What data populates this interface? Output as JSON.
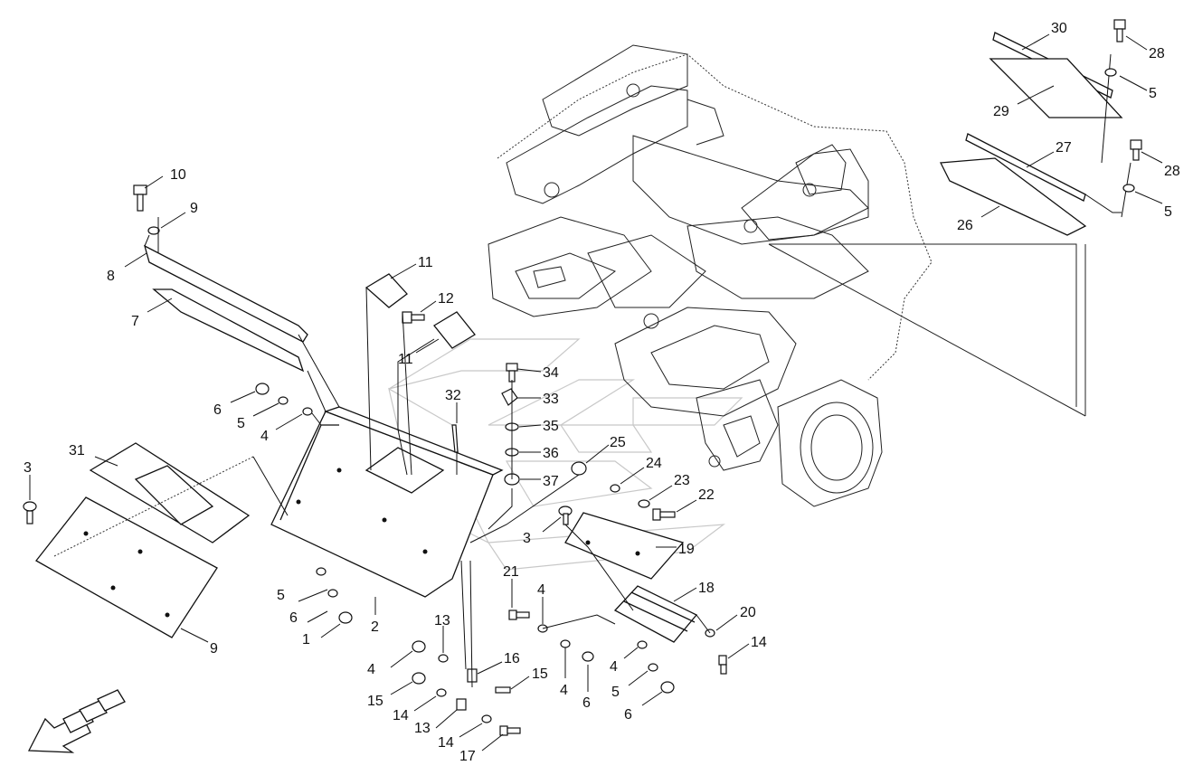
{
  "callouts": [
    {
      "id": "30",
      "text": "30"
    },
    {
      "id": "28a",
      "text": "28"
    },
    {
      "id": "5a",
      "text": "5"
    },
    {
      "id": "29",
      "text": "29"
    },
    {
      "id": "27",
      "text": "27"
    },
    {
      "id": "28b",
      "text": "28"
    },
    {
      "id": "5b",
      "text": "5"
    },
    {
      "id": "26",
      "text": "26"
    },
    {
      "id": "10",
      "text": "10"
    },
    {
      "id": "9a",
      "text": "9"
    },
    {
      "id": "8",
      "text": "8"
    },
    {
      "id": "7",
      "text": "7"
    },
    {
      "id": "11a",
      "text": "11"
    },
    {
      "id": "12",
      "text": "12"
    },
    {
      "id": "11b",
      "text": "11"
    },
    {
      "id": "34",
      "text": "34"
    },
    {
      "id": "33",
      "text": "33"
    },
    {
      "id": "32",
      "text": "32"
    },
    {
      "id": "35",
      "text": "35"
    },
    {
      "id": "36",
      "text": "36"
    },
    {
      "id": "37",
      "text": "37"
    },
    {
      "id": "6a",
      "text": "6"
    },
    {
      "id": "5c",
      "text": "5"
    },
    {
      "id": "4a",
      "text": "4"
    },
    {
      "id": "25",
      "text": "25"
    },
    {
      "id": "24",
      "text": "24"
    },
    {
      "id": "23",
      "text": "23"
    },
    {
      "id": "22",
      "text": "22"
    },
    {
      "id": "31",
      "text": "31"
    },
    {
      "id": "3a",
      "text": "3"
    },
    {
      "id": "3b",
      "text": "3"
    },
    {
      "id": "19",
      "text": "19"
    },
    {
      "id": "18",
      "text": "18"
    },
    {
      "id": "21",
      "text": "21"
    },
    {
      "id": "4b",
      "text": "4"
    },
    {
      "id": "4c",
      "text": "4"
    },
    {
      "id": "5d",
      "text": "5"
    },
    {
      "id": "6b",
      "text": "6"
    },
    {
      "id": "1",
      "text": "1"
    },
    {
      "id": "2",
      "text": "2"
    },
    {
      "id": "9b",
      "text": "9"
    },
    {
      "id": "20",
      "text": "20"
    },
    {
      "id": "14a",
      "text": "14"
    },
    {
      "id": "13a",
      "text": "13"
    },
    {
      "id": "16",
      "text": "16"
    },
    {
      "id": "15a",
      "text": "15"
    },
    {
      "id": "4d",
      "text": "4"
    },
    {
      "id": "6c",
      "text": "6"
    },
    {
      "id": "4e",
      "text": "4"
    },
    {
      "id": "5e",
      "text": "5"
    },
    {
      "id": "6d",
      "text": "6"
    },
    {
      "id": "15b",
      "text": "15"
    },
    {
      "id": "14b",
      "text": "14"
    },
    {
      "id": "13b",
      "text": "13"
    },
    {
      "id": "14c",
      "text": "14"
    },
    {
      "id": "17",
      "text": "17"
    }
  ],
  "icons": {
    "direction": "forward-direction-arrow-icon",
    "watermark": "brand-watermark-icon"
  },
  "colors": {
    "line": "#111111",
    "watermark": "#c8c8c8",
    "background": "#ffffff"
  }
}
